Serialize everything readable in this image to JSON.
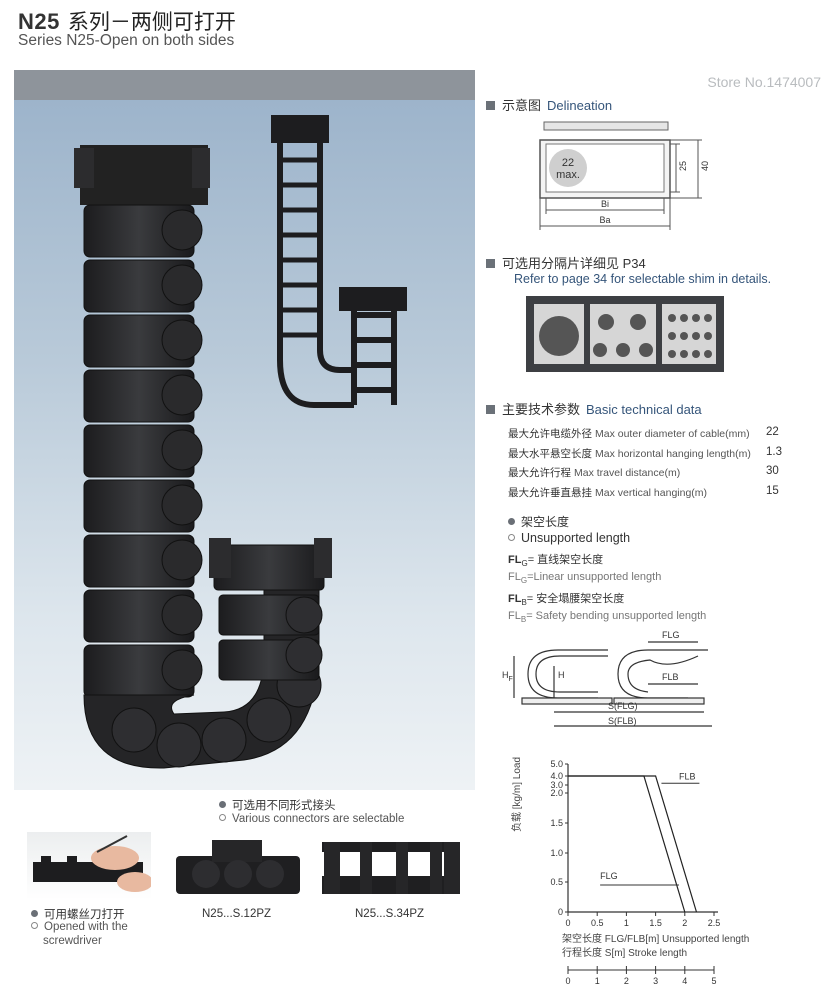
{
  "header": {
    "model": "N25",
    "title_zh": "系列－两侧可打开",
    "title_en": "Series N25-Open on both sides"
  },
  "store_label": "Store No.1474007",
  "colors": {
    "accent_square": "#6b7178",
    "english_blue": "#35557a",
    "top_bar": "#8e949b"
  },
  "delineation": {
    "heading_zh": "示意图",
    "heading_en": "Delineation",
    "max_label_1": "22",
    "max_label_2": "max.",
    "dim_25": "25",
    "dim_40": "40",
    "dim_bi": "Bi",
    "dim_ba": "Ba"
  },
  "shim": {
    "heading_zh": "可选用分隔片详细见 P34",
    "heading_en": "Refer to page 34 for selectable shim in details."
  },
  "technical": {
    "heading_zh": "主要技术参数",
    "heading_en": "Basic technical data",
    "rows": [
      {
        "zh": "最大允许电缆外径",
        "en": "Max outer diameter of cable(mm)",
        "value": "22"
      },
      {
        "zh": "最大水平悬空长度",
        "en": "Max horizontal hanging length(m)",
        "value": "1.3"
      },
      {
        "zh": "最大允许行程",
        "en": "Max travel distance(m)",
        "value": "30"
      },
      {
        "zh": "最大允许垂直悬挂",
        "en": "Max vertical hanging(m)",
        "value": "15"
      }
    ]
  },
  "unsupported": {
    "label_zh": "架空长度",
    "label_en": "Unsupported length",
    "flg_prefix": "FL",
    "flg_sub": "G",
    "flg_zh": "= 直线架空长度",
    "flg_en": "=Linear unsupported length",
    "flb_prefix": "FL",
    "flb_sub": "B",
    "flb_zh": "= 安全塌腰架空长度",
    "flb_en": "= Safety bending unsupported length"
  },
  "length_diagram": {
    "hf": "H",
    "hf_sub": "F",
    "h": "H",
    "flg": "FLG",
    "flb": "FLB",
    "s_flg": "S(FLG)",
    "s_flb": "S(FLB)"
  },
  "chart_data": {
    "type": "line",
    "ylabel": "负载 [kg/m] Load",
    "xlabel_1": "架空长度 FLG/FLB[m]  Unsupported length",
    "xlabel_2": "行程长度 S[m]  Stroke length",
    "x_ticks": [
      "0",
      "0.5",
      "1",
      "1.5",
      "2",
      "2.5"
    ],
    "x2_ticks": [
      "0",
      "1",
      "2",
      "3",
      "4",
      "5"
    ],
    "y_ticks": [
      "0",
      "0.5",
      "1.0",
      "1.5",
      "2.0",
      "3.0",
      "4.0",
      "5.0"
    ],
    "series": [
      {
        "name": "FLB",
        "points": [
          [
            0,
            4.0
          ],
          [
            1.5,
            4.0
          ],
          [
            2.2,
            0
          ]
        ]
      },
      {
        "name": "FLG",
        "points": [
          [
            0,
            4.0
          ],
          [
            1.3,
            4.0
          ],
          [
            2.0,
            0
          ]
        ]
      }
    ]
  },
  "connectors": {
    "line_zh": "可选用不同形式接头",
    "line_en": "Various connectors are selectable",
    "caption_12pz": "N25...S.12PZ",
    "caption_34pz": "N25...S.34PZ"
  },
  "screwdriver": {
    "line_zh": "可用螺丝刀打开",
    "line_en_1": "Opened with the",
    "line_en_2": "screwdriver"
  }
}
